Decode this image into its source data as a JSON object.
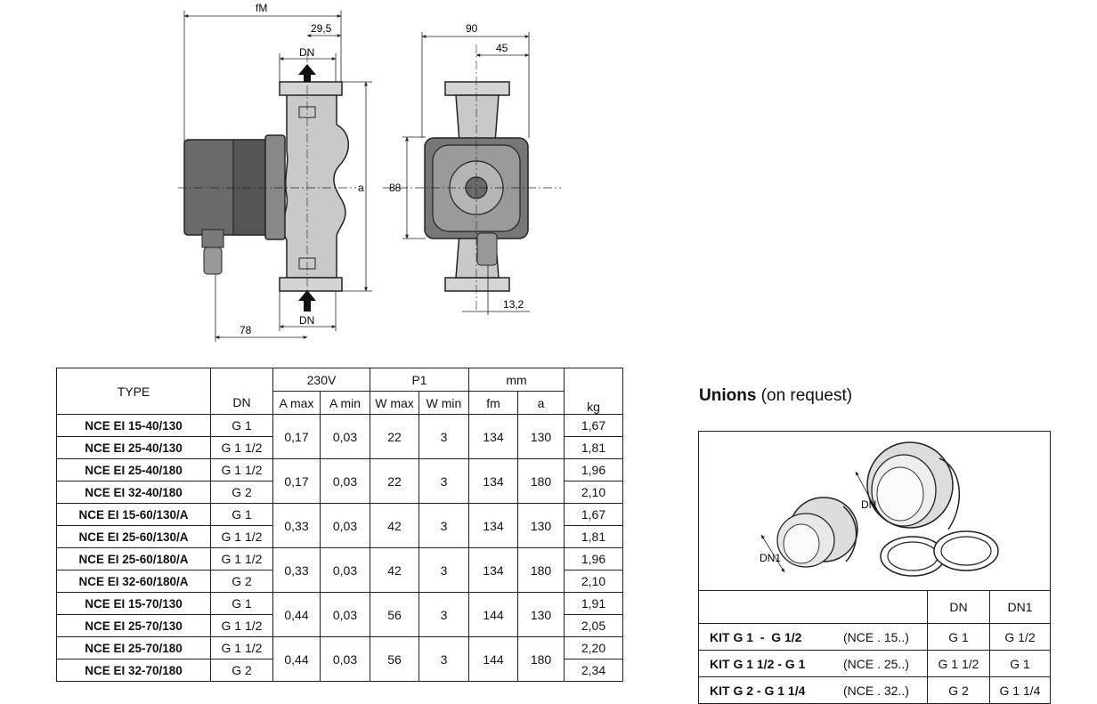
{
  "drawing": {
    "dim_fm": "fM",
    "dim_29_5": "29,5",
    "dim_dn_top": "DN",
    "dim_dn_bottom": "DN",
    "dim_78": "78",
    "dim_a": "a",
    "dim_88": "88",
    "dim_90": "90",
    "dim_45": "45",
    "dim_13_2": "13,2"
  },
  "table": {
    "header": {
      "type": "TYPE",
      "voltage": "230V",
      "p1": "P1",
      "mm": "mm",
      "dn": "DN",
      "a_max": "A max",
      "a_min": "A min",
      "w_max": "W max",
      "w_min": "W min",
      "fm": "fm",
      "a": "a",
      "kg": "kg"
    },
    "groups": [
      {
        "a_max": "0,17",
        "a_min": "0,03",
        "w_max": "22",
        "w_min": "3",
        "fm": "134",
        "a": "130",
        "rows": [
          {
            "type": "NCE EI 15-40/130",
            "dn": "G 1",
            "kg": "1,67"
          },
          {
            "type": "NCE EI 25-40/130",
            "dn": "G 1 1/2",
            "kg": "1,81"
          }
        ]
      },
      {
        "a_max": "0,17",
        "a_min": "0,03",
        "w_max": "22",
        "w_min": "3",
        "fm": "134",
        "a": "180",
        "rows": [
          {
            "type": "NCE EI 25-40/180",
            "dn": "G 1 1/2",
            "kg": "1,96"
          },
          {
            "type": "NCE EI 32-40/180",
            "dn": "G 2",
            "kg": "2,10"
          }
        ]
      },
      {
        "a_max": "0,33",
        "a_min": "0,03",
        "w_max": "42",
        "w_min": "3",
        "fm": "134",
        "a": "130",
        "rows": [
          {
            "type": "NCE EI 15-60/130/A",
            "dn": "G 1",
            "kg": "1,67"
          },
          {
            "type": "NCE EI 25-60/130/A",
            "dn": "G 1 1/2",
            "kg": "1,81"
          }
        ]
      },
      {
        "a_max": "0,33",
        "a_min": "0,03",
        "w_max": "42",
        "w_min": "3",
        "fm": "134",
        "a": "180",
        "rows": [
          {
            "type": "NCE EI 25-60/180/A",
            "dn": "G 1 1/2",
            "kg": "1,96"
          },
          {
            "type": "NCE EI 32-60/180/A",
            "dn": "G 2",
            "kg": "2,10"
          }
        ]
      },
      {
        "a_max": "0,44",
        "a_min": "0,03",
        "w_max": "56",
        "w_min": "3",
        "fm": "144",
        "a": "130",
        "rows": [
          {
            "type": "NCE EI 15-70/130",
            "dn": "G 1",
            "kg": "1,91"
          },
          {
            "type": "NCE EI 25-70/130",
            "dn": "G 1 1/2",
            "kg": "2,05"
          }
        ]
      },
      {
        "a_max": "0,44",
        "a_min": "0,03",
        "w_max": "56",
        "w_min": "3",
        "fm": "144",
        "a": "180",
        "rows": [
          {
            "type": "NCE EI 25-70/180",
            "dn": "G 1 1/2",
            "kg": "2,20"
          },
          {
            "type": "NCE EI 32-70/180",
            "dn": "G 2",
            "kg": "2,34"
          }
        ]
      }
    ]
  },
  "unions": {
    "title_bold": "Unions",
    "title_rest": " (on request)",
    "label_dn": "DN",
    "label_dn1": "DN1",
    "header_dn": "DN",
    "header_dn1": "DN1",
    "kits": [
      {
        "name": "KIT G 1  -  G 1/2",
        "code": "(NCE . 15..)",
        "dn": "G 1",
        "dn1": "G 1/2"
      },
      {
        "name": "KIT G 1 1/2 - G 1",
        "code": "(NCE . 25..)",
        "dn": "G 1 1/2",
        "dn1": "G 1"
      },
      {
        "name": "KIT G 2 - G 1 1/4",
        "code": "(NCE . 32..)",
        "dn": "G 2",
        "dn1": "G 1 1/4"
      }
    ]
  }
}
